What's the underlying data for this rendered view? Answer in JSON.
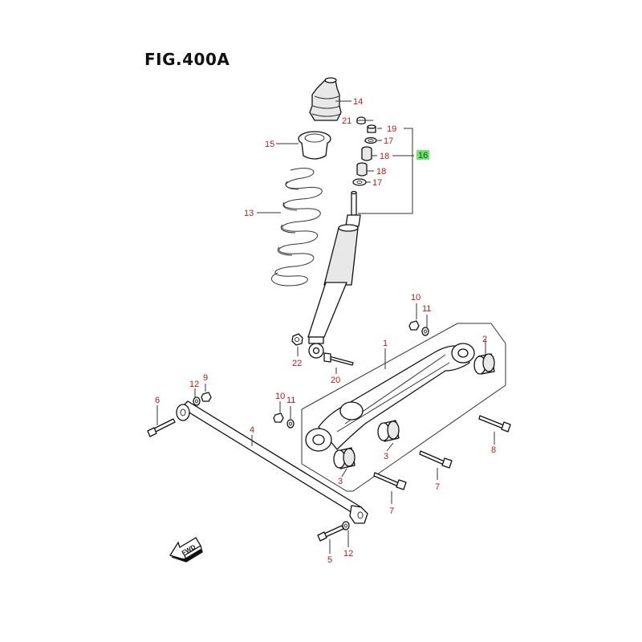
{
  "figure": {
    "title": "FIG.400A"
  },
  "callouts": {
    "c14": "14",
    "c21": "21",
    "c19": "19",
    "c17a": "17",
    "c16": "16",
    "c15": "15",
    "c18a": "18",
    "c18b": "18",
    "c17b": "17",
    "c13": "13",
    "c10a": "10",
    "c11a": "11",
    "c1": "1",
    "c2": "2",
    "c22": "22",
    "c20": "20",
    "c9": "9",
    "c12a": "12",
    "c6": "6",
    "c10b": "10",
    "c11b": "11",
    "c4": "4",
    "c8": "8",
    "c3a": "3",
    "c3b": "3",
    "c7a": "7",
    "c7b": "7",
    "c5": "5",
    "c12b": "12"
  },
  "fwd_arrow": {
    "label": "FWD"
  },
  "colors": {
    "callout": "#b01c1c",
    "highlight": "#6ee56e",
    "line": "#111111"
  }
}
